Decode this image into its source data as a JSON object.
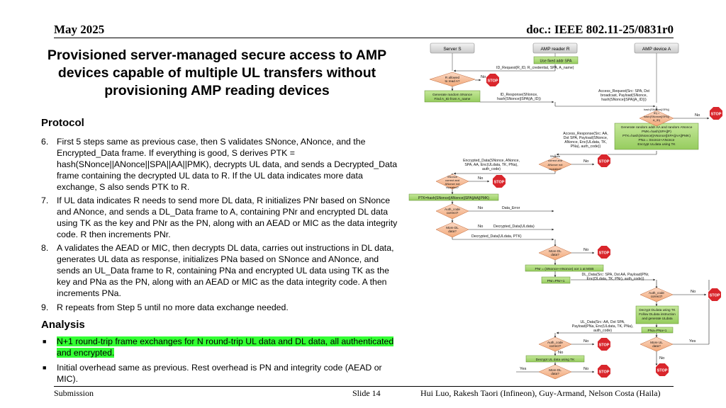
{
  "header": {
    "date": "May 2025",
    "doc_id": "doc.: IEEE 802.11-25/0831r0"
  },
  "title": {
    "line1": "Provisioned server-managed secure access to AMP",
    "line2": "devices capable of multiple UL transfers without",
    "line3": "provisioning AMP reading devices"
  },
  "protocol": {
    "heading": "Protocol",
    "steps": [
      {
        "num": "6.",
        "text": "First 5 steps same as previous case, then S validates SNonce, ANonce, and the Encrypted_Data frame. If everything is good, S derives PTK = hash(SNonce||ANonce||SPA||AA||PMK), decrypts UL data, and sends a Decrypted_Data frame containing the decrypted UL data to R. If the UL data indicates more data exchange, S also sends PTK to R."
      },
      {
        "num": "7.",
        "text": "If UL data indicates R needs to send more DL data, R initializes PNr based on SNonce and ANonce, and sends a DL_Data frame to A, containing PNr and encrypted DL data using TK as the key and PNr as the PN, along with an AEAD or MIC as the data integrity code. R then increments PNr."
      },
      {
        "num": "8.",
        "text": "A validates the AEAD or MIC, then decrypts DL data, carries out instructions in DL data, generates UL data as response, initializes PNa based on SNonce and ANonce, and sends an UL_Data frame to R, containing PNa and encrypted UL data using TK as the key and PNa as the PN, along with an AEAD or MIC as the data integrity code. A then increments PNa."
      },
      {
        "num": "9.",
        "text": "R repeats from Step 5 until no more data exchange needed."
      }
    ]
  },
  "analysis": {
    "heading": "Analysis",
    "bullets": [
      {
        "text": "N+1 round-trip frame exchanges for N round-trip UL data and DL data, all authenticated and encrypted."
      },
      {
        "text": "Initial overhead same as previous. Rest overhead is PN and integrity code (AEAD or MIC)."
      }
    ]
  },
  "footer": {
    "left": "Submission",
    "center": "Slide 14",
    "right": "Hui Luo, Rakesh Taori (Infineon), Guy-Armand, Nelson Costa (Haila)"
  },
  "diagram": {
    "lanes": {
      "server": "Server S",
      "reader": "AMP reader R",
      "device": "AMP device A"
    },
    "use_fixed_addr": "Use fixed addr SPA",
    "id_request": "ID_Request(R_ID, R_credential, SPA, A_name)",
    "r_allowed": [
      "R allowed",
      "to read A?"
    ],
    "gen_snonce": [
      "Generate random SNonce",
      "Find A_ID from A_name"
    ],
    "id_response": [
      "ID_Response(SNonce,",
      "hash(SNonce||SPA||A_ID))"
    ],
    "access_request": [
      "Access_Request(Src: SPA, Dst",
      "broadcast, Payload(SNonce,",
      "hash(SNonce||SPA||A_ID)))"
    ],
    "hash_check": [
      "hash(SNonce||SPA||",
      "ID) =",
      "hash(SNonce||SPA||",
      "A_ID)"
    ],
    "gen_anonce": [
      "Generate random addr AA and random ANonce",
      "PMK=hash(SPA||P)",
      "PTK=hash(SNonce||ANonce||SPA||AA||PMK)",
      "PNa = Snonce+ANonce",
      "Encrypt ULdata using TK"
    ],
    "access_response": [
      "Access_Response(Src: AA,",
      "Dst SPA, Payload(SNonce,",
      "ANonce, Enc(ULdata, TK,",
      "PNa), auth_code))"
    ],
    "snonce_check_r": [
      "SNonce",
      "correct and",
      "ANonce not",
      "repeated?"
    ],
    "encrypted_data": [
      "Encrypted_Data(SNonce, ANonce,",
      "SPA, AA, Enc(ULdata, TK, PNa),",
      "auth_code)"
    ],
    "snonce_check_s": [
      "SNonce",
      "correct and",
      "ANonce not",
      "repeated?"
    ],
    "ptk_box": "PTK=hash(SNonce||ANonce||SPA||AA||PMK)",
    "auth_check_s": [
      "Auth_code",
      "correct?"
    ],
    "data_error": "Data_Error",
    "more_dl_s": [
      "More DL",
      "data?"
    ],
    "decrypted_data_1": "Decrypted_Data(ULdata)",
    "decrypted_data_2": "Decrypted_Data(ULdata, PTK)",
    "more_dl_r": [
      "More DL",
      "data?"
    ],
    "pnr_box": "PNr = (SNonce+ANonce) xor 1 at MSB",
    "pnr_inc": "PNr=PNr+1",
    "dl_data": [
      "DL_Data(Src: SPA, Dst AA, Payload(PNr,",
      "Enc(DLdata, TK, PNr), auth_code))"
    ],
    "auth_check_a": [
      "Auth_code",
      "correct?"
    ],
    "decrypt_dl": [
      "Decrypt DLdata using TK",
      "Follow DLdata instruction",
      "and generate ULdata"
    ],
    "pna_inc": "PNa=PNa+1",
    "ul_data": [
      "UL_Data(Src: AA, Dst SPA,",
      "Payload(PNa, Enc(ULdata, TK, PNa),",
      "auth_code)"
    ],
    "auth_check_r": [
      "Auth_code",
      "correct?"
    ],
    "more_ul_a": [
      "More UL",
      "data?"
    ],
    "decrypt_ul": "Decrypt UL data using TK",
    "more_dl_r2": [
      "More DL",
      "data?"
    ],
    "yes": "Yes",
    "no": "No",
    "stop": "STOP"
  }
}
